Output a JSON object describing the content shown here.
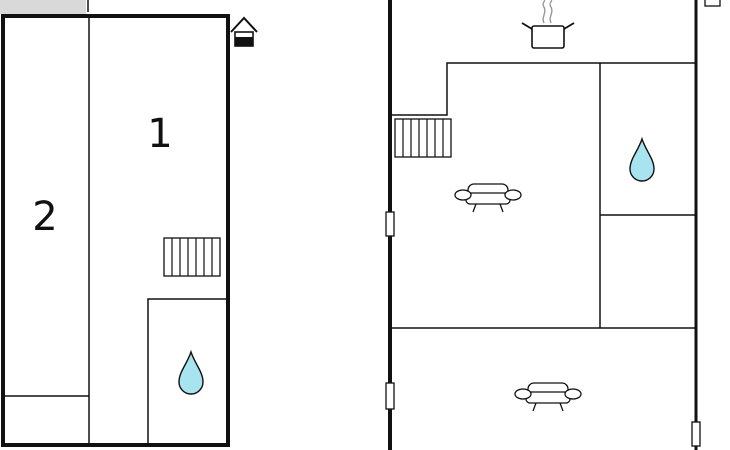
{
  "floor_plan": {
    "rooms": [
      {
        "id": "room-1",
        "label": "1",
        "type": "bedroom"
      },
      {
        "id": "room-2",
        "label": "2",
        "type": "bedroom"
      },
      {
        "id": "bathroom-upper",
        "type": "bathroom"
      },
      {
        "id": "living-room",
        "type": "living-room"
      },
      {
        "id": "kitchen",
        "type": "kitchen"
      },
      {
        "id": "bathroom-lower",
        "type": "bathroom"
      },
      {
        "id": "utility-room",
        "type": "room"
      },
      {
        "id": "lounge",
        "type": "living-room"
      }
    ],
    "icons": [
      "stairs-icon",
      "water-drop-icon",
      "sofa-icon",
      "cooking-pot-icon",
      "house-entrance-icon",
      "window-marker-icon"
    ],
    "colors": {
      "wall": "#111111",
      "water_drop": "#a8e3f0",
      "background": "#ffffff",
      "balcony": "#d9d9d9"
    }
  }
}
